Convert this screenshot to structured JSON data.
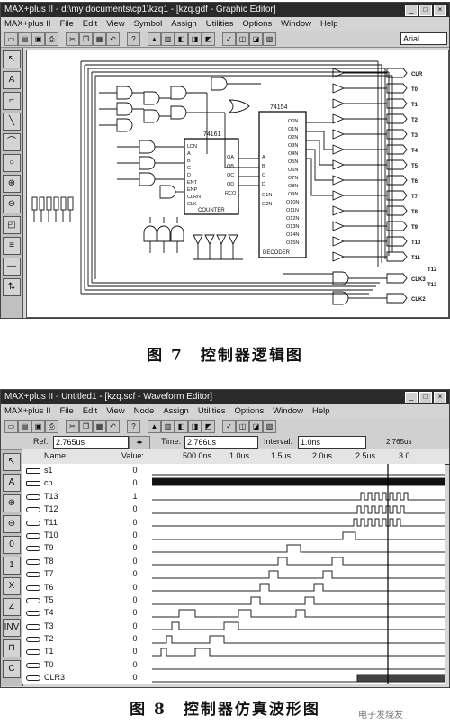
{
  "graphic_editor": {
    "title": "MAX+plus II - d:\\my documents\\cp1\\kzq1 - [kzq.gdf - Graphic Editor]",
    "menu": [
      "MAX+plus II",
      "File",
      "Edit",
      "View",
      "Symbol",
      "Assign",
      "Utilities",
      "Options",
      "Window",
      "Help"
    ],
    "font_name": "Arial",
    "chips": {
      "counter_top": "74161",
      "counter_name": "COUNTER",
      "decoder_top": "74154",
      "decoder_name": "DECODER"
    },
    "counter_pins_left": [
      "LDN",
      "A",
      "B",
      "C",
      "D",
      "ENT",
      "ENP",
      "CLRN",
      "CLK"
    ],
    "counter_pins_right": [
      "QA",
      "QB",
      "QC",
      "QD",
      "RCO"
    ],
    "decoder_pins_left": [
      "A",
      "B",
      "C",
      "D",
      "G1N",
      "G2N"
    ],
    "decoder_pins_right": [
      "O0N",
      "O1N",
      "O2N",
      "O3N",
      "O4N",
      "O5N",
      "O6N",
      "O7N",
      "O8N",
      "O9N",
      "O10N",
      "O11N",
      "O12N",
      "O13N",
      "O14N",
      "O15N"
    ],
    "outputs": [
      "CLR",
      "T0",
      "T1",
      "T2",
      "T3",
      "T4",
      "T5",
      "T6",
      "T7",
      "T8",
      "T9",
      "T10",
      "T11",
      "T12",
      "T13",
      "CLK3",
      "CLK2"
    ]
  },
  "caption1": "图 7　控制器逻辑图",
  "waveform_editor": {
    "title": "MAX+plus II - Untitled1 - [kzq.scf - Waveform Editor]",
    "menu": [
      "MAX+plus II",
      "File",
      "Edit",
      "View",
      "Node",
      "Assign",
      "Utilities",
      "Options",
      "Window",
      "Help"
    ],
    "ref_label": "Ref:",
    "ref_value": "2.765us",
    "time_label": "Time:",
    "time_value": "2.766us",
    "interval_label": "Interval:",
    "interval_value": "1.0ns",
    "cursor_label": "2.765us",
    "name_header": "Name:",
    "value_header": "Value:",
    "time_ticks": [
      "500.0ns",
      "1.0us",
      "1.5us",
      "2.0us",
      "2.5us",
      "3.0"
    ],
    "signals": [
      {
        "name": "s1",
        "value": "0",
        "type": "input"
      },
      {
        "name": "cp",
        "value": "0",
        "type": "input"
      },
      {
        "name": "T13",
        "value": "1",
        "type": "output"
      },
      {
        "name": "T12",
        "value": "0",
        "type": "output"
      },
      {
        "name": "T11",
        "value": "0",
        "type": "output"
      },
      {
        "name": "T10",
        "value": "0",
        "type": "output"
      },
      {
        "name": "T9",
        "value": "0",
        "type": "output"
      },
      {
        "name": "T8",
        "value": "0",
        "type": "output"
      },
      {
        "name": "T7",
        "value": "0",
        "type": "output"
      },
      {
        "name": "T6",
        "value": "0",
        "type": "output"
      },
      {
        "name": "T5",
        "value": "0",
        "type": "output"
      },
      {
        "name": "T4",
        "value": "0",
        "type": "output"
      },
      {
        "name": "T3",
        "value": "0",
        "type": "output"
      },
      {
        "name": "T2",
        "value": "0",
        "type": "output"
      },
      {
        "name": "T1",
        "value": "0",
        "type": "output"
      },
      {
        "name": "T0",
        "value": "0",
        "type": "output"
      },
      {
        "name": "CLR3",
        "value": "0",
        "type": "output"
      }
    ]
  },
  "caption2": "图 8　控制器仿真波形图",
  "watermark": "电子发烧友 elecfans.com"
}
